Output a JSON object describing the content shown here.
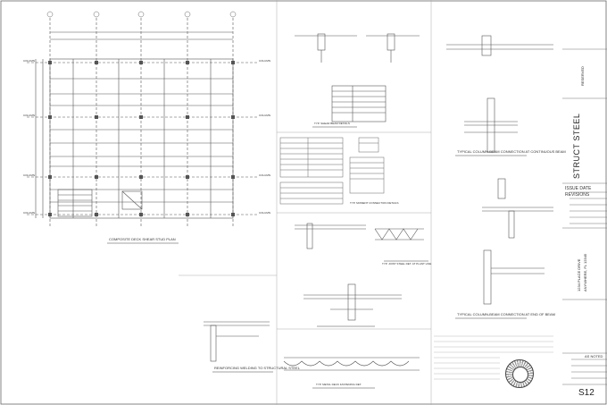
{
  "drawing": {
    "plan_title": "COMPOSITE DECK SHEAR STUD PLAN",
    "details": [
      {
        "id": "shear-tab",
        "title": "TYP. SHEAR BEAM DETAILS"
      },
      {
        "id": "column-continuous",
        "title": "TYPICAL COLUMN-BEAM CONNECTION AT CONTINUOUS BEAM"
      },
      {
        "id": "column-end",
        "title": "TYPICAL COLUMN-BEAM CONNECTION AT END OF BEAM"
      },
      {
        "id": "moment",
        "title": "TYP. MOMENT CONNECTION DETAILS"
      },
      {
        "id": "joist",
        "title": "TYP. JOIST STEEL DET. AT PLANT LINE"
      },
      {
        "id": "rebar",
        "title": "REINFORCING WELDING TO STRUCTURAL STEEL"
      },
      {
        "id": "deck",
        "title": "TYP. METAL DECK FASTENING DET."
      }
    ],
    "grid_labels_left": [
      "COLUMN",
      "COLUMN",
      "COLUMN",
      "COLUMN"
    ],
    "grid_labels_right": [
      "COLUMN",
      "COLUMN",
      "COLUMN",
      "COLUMN"
    ]
  },
  "title_block": {
    "discipline": "STRUCT STEEL",
    "reserved": "RESERVED",
    "issue_date_label": "ISSUE DATE",
    "revisions_label": "REVISIONS",
    "address_1": "1234 PLACE DRIVE",
    "address_2": "ANYWHERE, FL 12345",
    "scale_label": "AS NOTED",
    "sheet_number": "S12"
  }
}
